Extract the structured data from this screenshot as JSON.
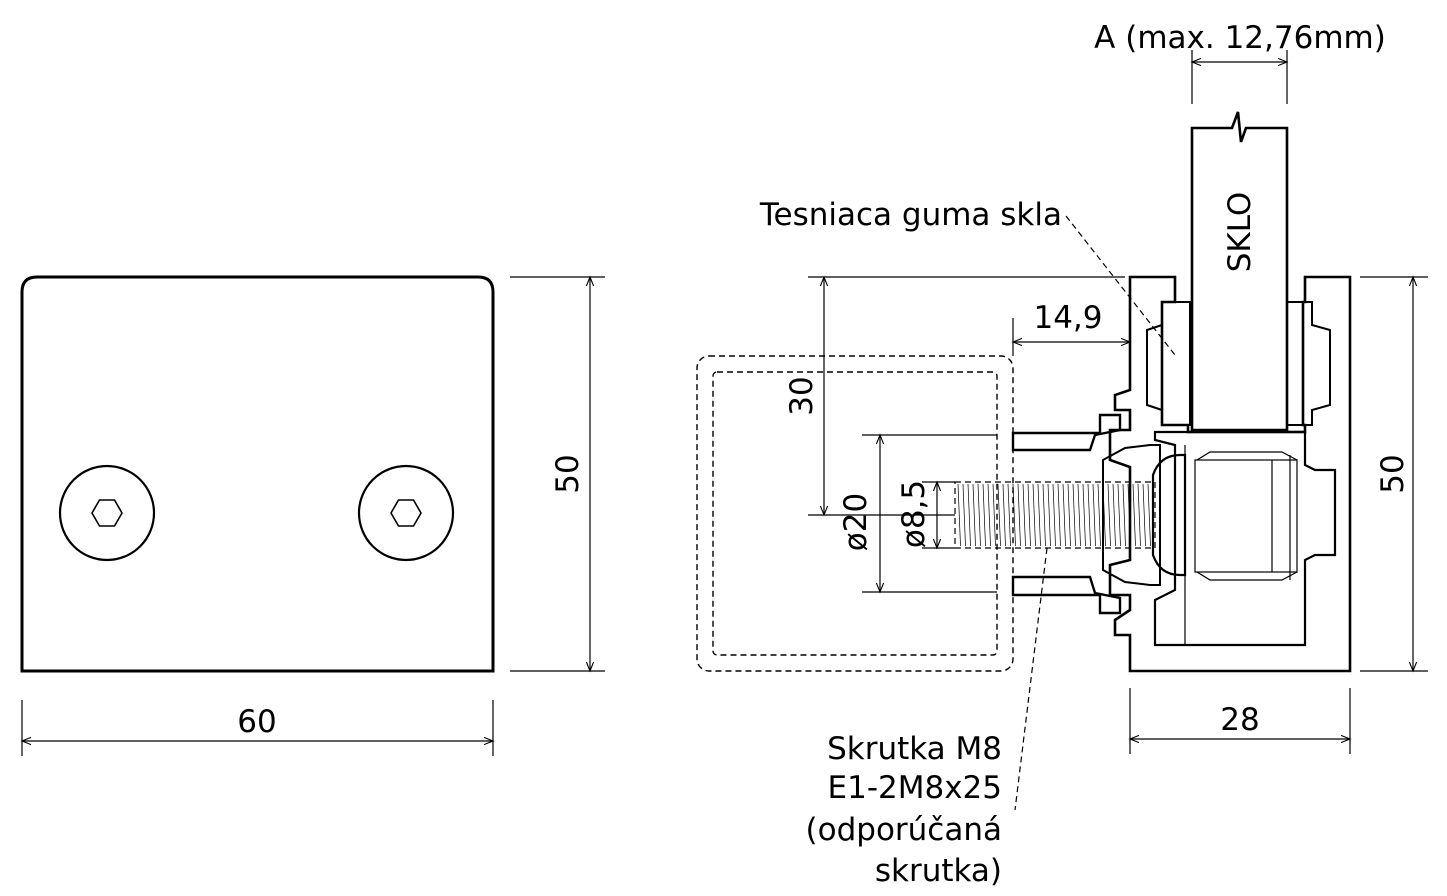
{
  "labels": {
    "width_60": "60",
    "height_50_left": "50",
    "height_50_right": "50",
    "width_28": "28",
    "dim_14_9": "14,9",
    "dim_30": "30",
    "dia_20": "ø20",
    "dia_8_5": "ø8,5",
    "glass_thickness": "A (max. 12,76mm)",
    "glass": "SKLO",
    "gasket": "Tesniaca guma skla",
    "screw_line1": "Skrutka M8",
    "screw_line2": "E1-2M8x25",
    "screw_line3": "(odporúčaná",
    "screw_line4": "skrutka)"
  },
  "colors": {
    "glass": "#c5f1dd",
    "gasket": "#5c5c5c",
    "hatch": "#000000"
  }
}
